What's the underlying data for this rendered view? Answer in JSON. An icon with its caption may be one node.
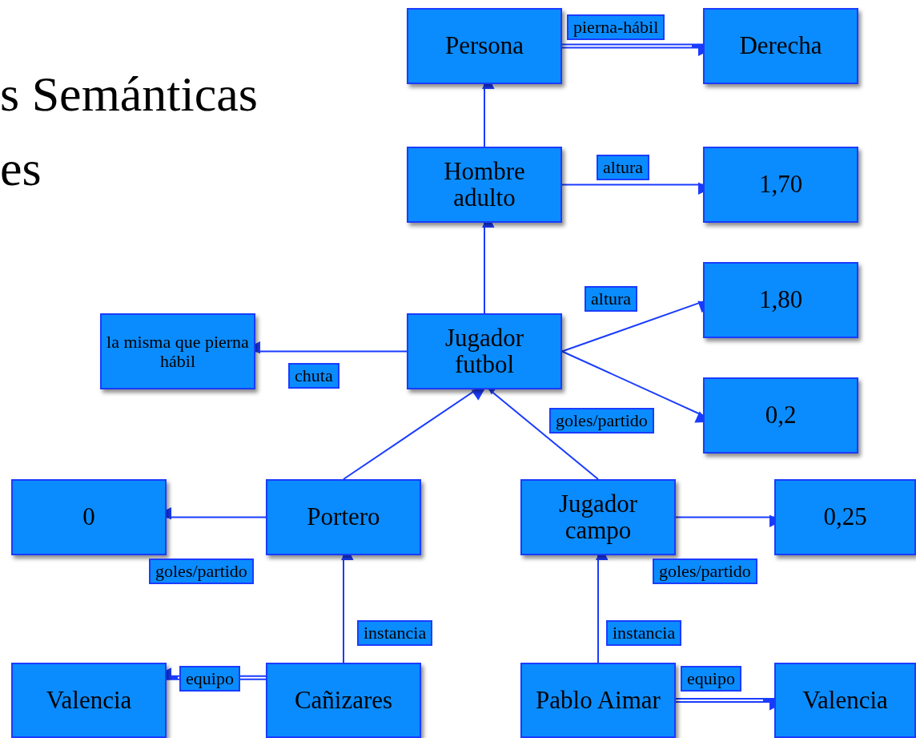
{
  "diagram": {
    "nodes": [
      {
        "text": [
          "Persona"
        ]
      },
      {
        "text": [
          "Derecha"
        ]
      },
      {
        "text": [
          "Hombre adulto"
        ]
      },
      {
        "text": [
          "1,70"
        ]
      },
      {
        "text": [
          "la misma que pierna hábil"
        ]
      },
      {
        "text": [
          "Jugador futbol"
        ]
      },
      {
        "text": [
          "1,80"
        ]
      },
      {
        "text": [
          "0,2"
        ]
      },
      {
        "text": [
          "0"
        ]
      },
      {
        "text": [
          "Portero"
        ]
      },
      {
        "text": [
          "Jugador campo"
        ]
      },
      {
        "text": [
          "0,25"
        ]
      },
      {
        "text": [
          "Valencia"
        ]
      },
      {
        "text": [
          "Cañizares"
        ]
      },
      {
        "text": [
          "Pablo Aimar"
        ]
      },
      {
        "text": [
          "Valencia"
        ]
      }
    ],
    "edges": [
      {
        "from": 0,
        "to": 1,
        "arrow": "to",
        "label": "pierna-hábil",
        "style": "thick"
      },
      {
        "from": 2,
        "to": 0,
        "arrow": "to"
      },
      {
        "from": 2,
        "to": 3,
        "arrow": "to",
        "label": "altura"
      },
      {
        "from": 5,
        "to": 2,
        "arrow": "to"
      },
      {
        "from": 5,
        "to": 4,
        "arrow": "to",
        "label": "chuta"
      },
      {
        "from": 5,
        "to": 6,
        "arrow": "to",
        "label": "altura"
      },
      {
        "from": 5,
        "to": 7,
        "arrow": "to",
        "label": "goles/partido"
      },
      {
        "from": 9,
        "to": 5,
        "arrow": "to"
      },
      {
        "from": 10,
        "to": 5,
        "arrow": "to"
      },
      {
        "from": 9,
        "to": 8,
        "arrow": "to",
        "label": "goles/partido"
      },
      {
        "from": 10,
        "to": 11,
        "arrow": "to",
        "label": "goles/partido"
      },
      {
        "from": 13,
        "to": 9,
        "arrow": "to",
        "label": "instancia"
      },
      {
        "from": 14,
        "to": 10,
        "arrow": "to",
        "label": "instancia"
      },
      {
        "from": 13,
        "to": 12,
        "arrow": "to",
        "label": "equipo",
        "style": "thick"
      },
      {
        "from": 14,
        "to": 15,
        "arrow": "to",
        "label": "equipo",
        "style": "thick"
      }
    ],
    "labels": [
      "s Semánticas",
      "es"
    ]
  }
}
